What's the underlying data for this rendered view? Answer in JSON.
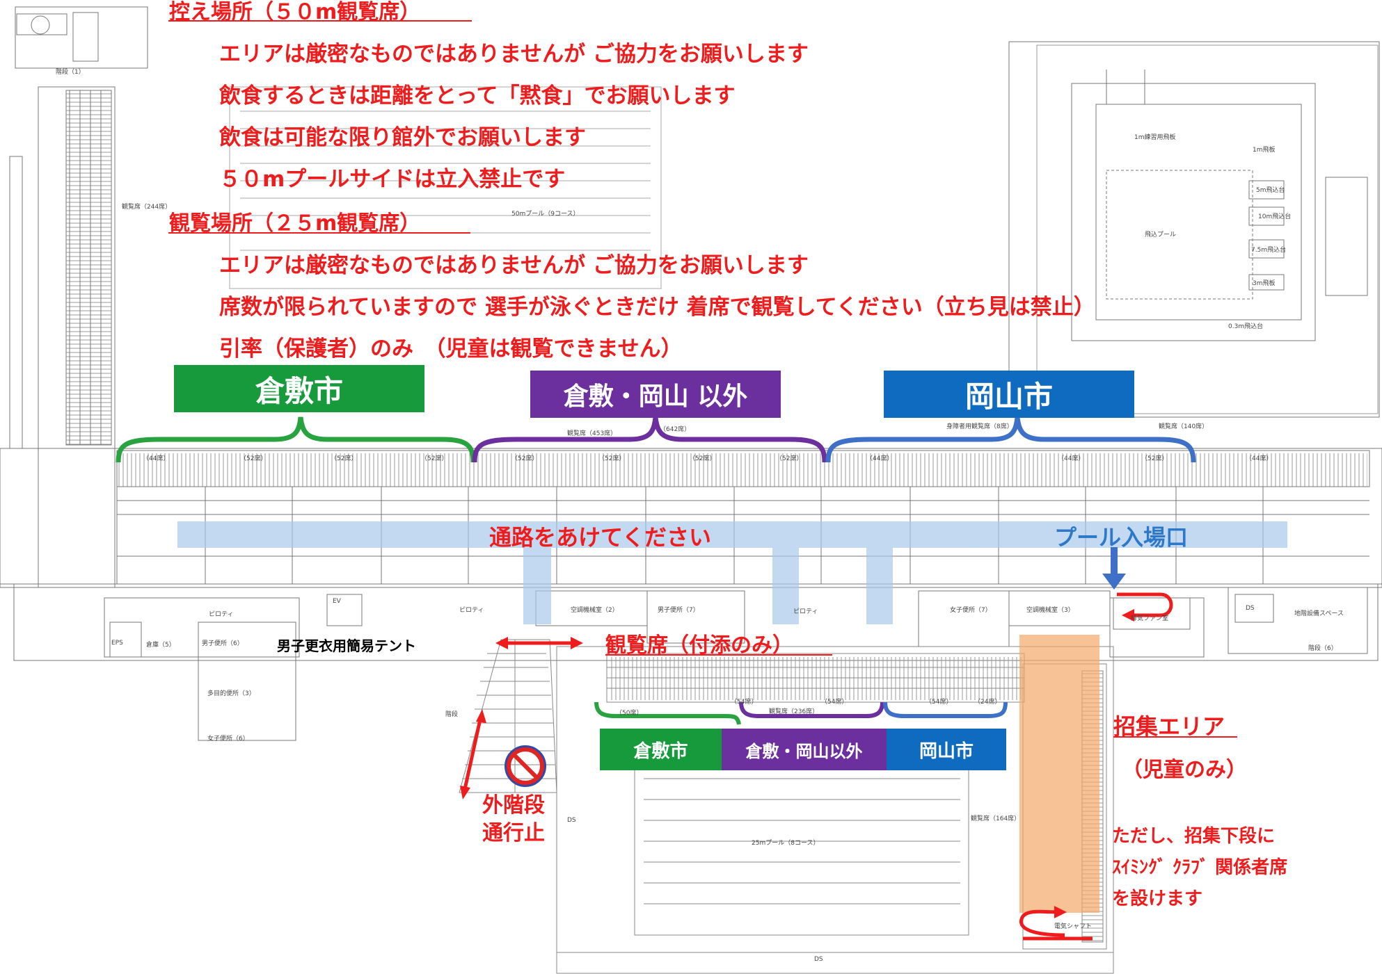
{
  "waiting_area": {
    "heading": "控え場所（５０m観覧席）",
    "notes": [
      "エリアは厳密なものではありませんが ご協力をお願いします",
      "飲食するときは距離をとって「黙食」でお願いします",
      "飲食は可能な限り館外でお願いします",
      "５０mプールサイドは立入禁止です"
    ]
  },
  "viewing_area": {
    "heading": "観覧場所（２５m観覧席）",
    "notes": [
      "エリアは厳密なものではありませんが ご協力をお願いします",
      "席数が限られていますので 選手が泳ぐときだけ 着席で観覧してください（立ち見は禁止）",
      "引率（保護者）のみ　（児童は観覧できません）"
    ]
  },
  "zones_upper": [
    {
      "label": "倉敷市",
      "color": "#179a3c"
    },
    {
      "label": "倉敷・岡山 以外",
      "color": "#6b2f9e"
    },
    {
      "label": "岡山市",
      "color": "#0f6bbf"
    }
  ],
  "zones_lower": [
    {
      "label": "倉敷市",
      "color": "#179a3c"
    },
    {
      "label": "倉敷・岡山以外",
      "color": "#6b2f9e"
    },
    {
      "label": "岡山市",
      "color": "#0f6bbf"
    }
  ],
  "labels": {
    "passage": "通路をあけてください",
    "entrance": "プール入場口",
    "seats_25m": "観覧席（付添のみ）",
    "tent": "男子更衣用簡易テント",
    "stairs_closed_1": "外階段",
    "stairs_closed_2": "通行止",
    "assembly_title": "招集エリア",
    "assembly_sub": "（児童のみ）",
    "assembly_note_1": "ただし、招集下段に",
    "assembly_note_2": "ｽｲﾐﾝｸﾞ ｸﾗﾌﾞ 関係者席",
    "assembly_note_3": "を設けます"
  },
  "plan_text": {
    "pool_50m": "50mプール（9コース）",
    "pool_25m": "25mプール（8コース）",
    "diving_pool": "飛込プール",
    "practice_pool": "1m練習用飛板",
    "board_1m": "1m飛板",
    "platform_5m": "5m飛込台",
    "platform_10m": "10m飛込台",
    "platform_75m": "7.5m飛込台",
    "board_3m": "3m飛板",
    "platform_03m": "0.3m飛込台",
    "seats_244": "観覧席（244席）",
    "seats_453": "観覧席（453席）",
    "seats_642": "（642席）",
    "seats_140": "観覧席（140席）",
    "seats_236": "観覧席（236席）",
    "seats_164": "観覧席（164席）",
    "seats_44": "（44席）",
    "seats_52": "（52席）",
    "seats_50": "（50席）",
    "seats_54": "（54席）",
    "seats_24": "（24席）",
    "special_seats": "身障者用観覧席（8席）",
    "piloti": "ピロティ",
    "machine_room_2": "空調機械室（2）",
    "machine_room_3": "空調機械室（3）",
    "mens_wc": "男子便所（7）",
    "womens_wc": "女子便所（7）",
    "storage_5": "倉庫（5）",
    "mens_wc_6": "男子便所（6）",
    "womens_wc_6": "女子便所（6）",
    "multi_wc": "多目的便所（3）",
    "ev": "EV",
    "eps": "EPS",
    "ds": "DS",
    "fan_room": "排気ファン室",
    "equip_space": "地階設備スペース",
    "stairs_1": "階段（1）",
    "stairs_6": "階段（6）",
    "stairs_exit": "階段",
    "ep": "電気シャフト"
  }
}
